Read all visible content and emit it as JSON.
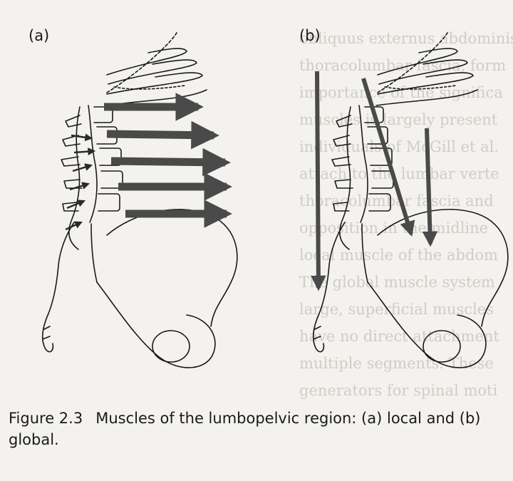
{
  "figure": {
    "panels": [
      {
        "id": "a",
        "label": "(a)"
      },
      {
        "id": "b",
        "label": "(b)"
      }
    ]
  },
  "caption": {
    "number": "Figure 2.3",
    "text": "Muscles of the lumbopelvic region: (a) local and (b) global."
  },
  "colors": {
    "arrow": "#4a4a4a",
    "line": "#1a1a1a",
    "paper": "#f3f2ee",
    "bleed_text": "#cfcdc6"
  }
}
